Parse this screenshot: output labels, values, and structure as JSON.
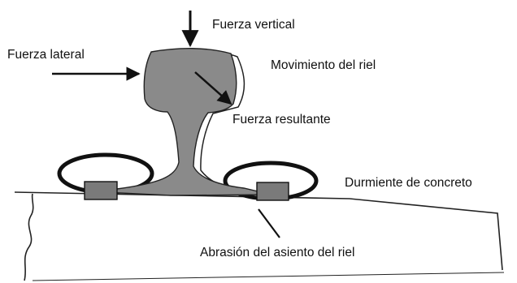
{
  "labels": {
    "vertical_force": "Fuerza vertical",
    "lateral_force": "Fuerza lateral",
    "rail_movement": "Movimiento del riel",
    "resultant_force": "Fuerza resultante",
    "concrete_sleeper": "Durmiente de concreto",
    "rail_seat_abrasion": "Abrasión del asiento del riel"
  },
  "colors": {
    "rail_fill": "#8a8a8a",
    "pad_fill": "#7a7a7a",
    "line": "#111111",
    "background": "#ffffff"
  }
}
